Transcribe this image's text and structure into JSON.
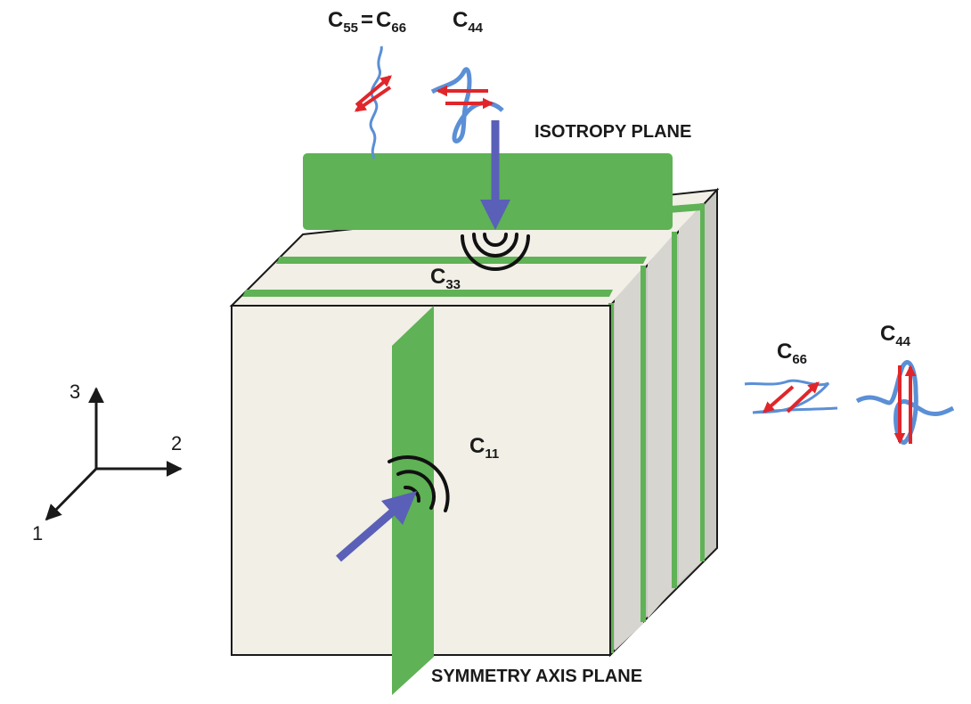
{
  "labels": {
    "isotropy_plane": "ISOTROPY PLANE",
    "symmetry_axis_plane": "SYMMETRY AXIS PLANE"
  },
  "coefficients": {
    "top_left": {
      "c": "C",
      "sub1": "55",
      "eq": "=",
      "c2": "C",
      "sub2": "66"
    },
    "top_right": {
      "c": "C",
      "sub": "44"
    },
    "c33": {
      "c": "C",
      "sub": "33"
    },
    "c11": {
      "c": "C",
      "sub": "11"
    },
    "right_c66": {
      "c": "C",
      "sub": "66"
    },
    "right_c44": {
      "c": "C",
      "sub": "44"
    }
  },
  "axes": {
    "axis1": "1",
    "axis2": "2",
    "axis3": "3"
  },
  "colors": {
    "cube_face": "#f1efe6",
    "cube_side": "#c8c7c2",
    "plane_green": "#5fb255",
    "arrow_blue": "#5a5fb8",
    "wave_blue": "#5b8fd6",
    "arrow_red": "#e0262b",
    "outline": "#1a1a1a"
  }
}
